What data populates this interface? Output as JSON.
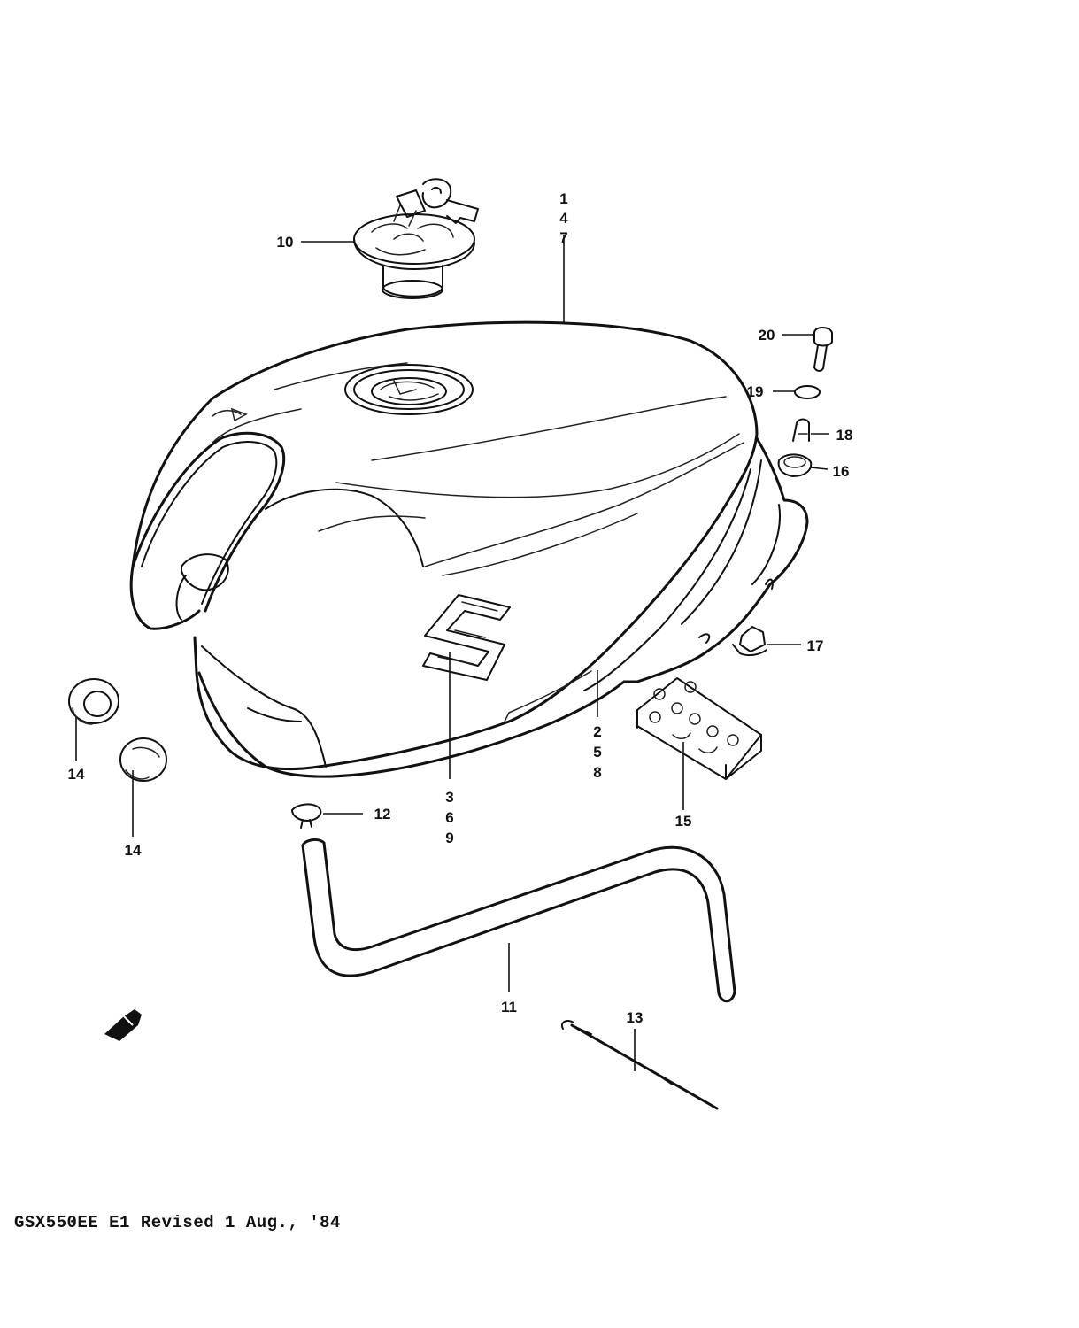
{
  "diagram": {
    "callouts": {
      "c1": [
        "1",
        "4",
        "7"
      ],
      "c2": [
        "2",
        "5",
        "8"
      ],
      "c3": [
        "3",
        "6",
        "9"
      ],
      "c10": "10",
      "c11": "11",
      "c12": "12",
      "c13": "13",
      "c14a": "14",
      "c14b": "14",
      "c15": "15",
      "c16": "16",
      "c17": "17",
      "c18": "18",
      "c19": "19",
      "c20": "20"
    }
  },
  "footer": {
    "caption": "GSX550EE E1  Revised 1 Aug., '84"
  }
}
